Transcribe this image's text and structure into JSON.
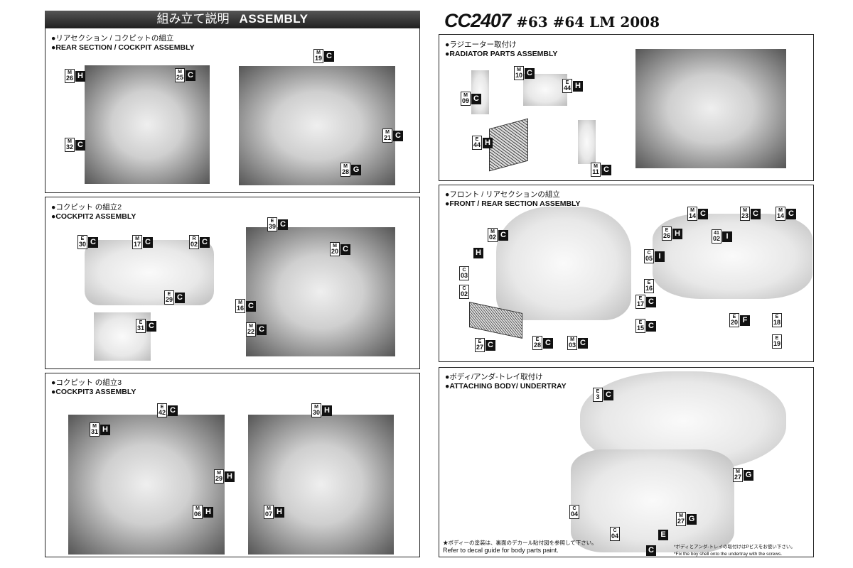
{
  "header": {
    "jp": "組み立て説明",
    "en": "ASSEMBLY"
  },
  "title": {
    "code": "CC2407",
    "sub": "#63 #64 LM 2008"
  },
  "panels": [
    {
      "jp": "●リアセクション / コクピットの組立",
      "en": "●REAR SECTION / COCKPIT ASSEMBLY",
      "labels": [
        {
          "tag": [
            "M",
            "26"
          ],
          "part": "H"
        },
        {
          "tag": [
            "M",
            "25"
          ],
          "part": "C"
        },
        {
          "tag": [
            "M",
            "32"
          ],
          "part": "C"
        },
        {
          "tag": [
            "M",
            "19"
          ],
          "part": "C"
        },
        {
          "tag": [
            "M",
            "21"
          ],
          "part": "C"
        },
        {
          "tag": [
            "M",
            "28"
          ],
          "part": "G"
        }
      ]
    },
    {
      "jp": "●コクピット の組立2",
      "en": "●COCKPIT2 ASSEMBLY",
      "labels": [
        {
          "tag": [
            "E",
            "30"
          ],
          "part": "C"
        },
        {
          "tag": [
            "M",
            "17"
          ],
          "part": "C"
        },
        {
          "tag": [
            "R",
            "02"
          ],
          "part": "C"
        },
        {
          "tag": [
            "E",
            "29"
          ],
          "part": "C"
        },
        {
          "tag": [
            "E",
            "31"
          ],
          "part": "C"
        },
        {
          "tag": [
            "E",
            "39"
          ],
          "part": "C"
        },
        {
          "tag": [
            "M",
            "20"
          ],
          "part": "C"
        },
        {
          "tag": [
            "M",
            "16"
          ],
          "part": "C"
        },
        {
          "tag": [
            "M",
            "22"
          ],
          "part": "C"
        }
      ]
    },
    {
      "jp": "●コクピット の組立3",
      "en": "●COCKPIT3 ASSEMBLY",
      "labels": [
        {
          "tag": [
            "E",
            "42"
          ],
          "part": "C"
        },
        {
          "tag": [
            "M",
            "31"
          ],
          "part": "H"
        },
        {
          "tag": [
            "M",
            "29"
          ],
          "part": "H"
        },
        {
          "tag": [
            "M",
            "06"
          ],
          "part": "H"
        },
        {
          "tag": [
            "M",
            "30"
          ],
          "part": "H"
        },
        {
          "tag": [
            "M",
            "07"
          ],
          "part": "H"
        }
      ]
    },
    {
      "jp": "●ラジエーター取付け",
      "en": "●RADIATOR PARTS ASSEMBLY",
      "labels": [
        {
          "tag": [
            "M",
            "10"
          ],
          "part": "C"
        },
        {
          "tag": [
            "M",
            "09"
          ],
          "part": "C"
        },
        {
          "tag": [
            "E",
            "44"
          ],
          "part": "H"
        },
        {
          "tag": [
            "E",
            "44"
          ],
          "part": "H"
        },
        {
          "tag": [
            "M",
            "11"
          ],
          "part": "C"
        }
      ]
    },
    {
      "jp": "●フロント / リアセクションの組立",
      "en": "●FRONT / REAR SECTION ASSEMBLY",
      "labels": [
        {
          "tag": [
            "M",
            "02"
          ],
          "part": "C"
        },
        {
          "tag": null,
          "part": "H"
        },
        {
          "tag": [
            "C",
            "03"
          ],
          "part": null
        },
        {
          "tag": [
            "C",
            "02"
          ],
          "part": null
        },
        {
          "tag": [
            "E",
            "27"
          ],
          "part": "C"
        },
        {
          "tag": [
            "E",
            "28"
          ],
          "part": "C"
        },
        {
          "tag": [
            "M",
            "03"
          ],
          "part": "C"
        },
        {
          "tag": [
            "E",
            "26"
          ],
          "part": "H"
        },
        {
          "tag": [
            "M",
            "14"
          ],
          "part": "C"
        },
        {
          "tag": [
            "M",
            "23"
          ],
          "part": "C"
        },
        {
          "tag": [
            "M",
            "14"
          ],
          "part": "C"
        },
        {
          "tag": [
            "41",
            "02"
          ],
          "part": "I"
        },
        {
          "tag": [
            "C",
            "05"
          ],
          "part": "I"
        },
        {
          "tag": [
            "E",
            "16"
          ],
          "part": null
        },
        {
          "tag": [
            "E",
            "17"
          ],
          "part": "C"
        },
        {
          "tag": [
            "E",
            "15"
          ],
          "part": "C"
        },
        {
          "tag": [
            "E",
            "20"
          ],
          "part": "F"
        },
        {
          "tag": [
            "E",
            "18"
          ],
          "part": null
        },
        {
          "tag": [
            "E",
            "19"
          ],
          "part": null
        }
      ]
    },
    {
      "jp": "●ボディ/アンダ-トレイ取付け",
      "en": "●ATTACHING BODY/ UNDERTRAY",
      "labels": [
        {
          "tag": [
            "E",
            "3"
          ],
          "part": "C"
        },
        {
          "tag": [
            "M",
            "27"
          ],
          "part": "G"
        },
        {
          "tag": [
            "C",
            "04"
          ],
          "part": null
        },
        {
          "tag": [
            "M",
            "27"
          ],
          "part": "G"
        },
        {
          "tag": [
            "C",
            "04"
          ],
          "part": null
        },
        {
          "tag": null,
          "part": "E"
        },
        {
          "tag": null,
          "part": "C"
        }
      ],
      "notes": {
        "left_jp": "★ボディーの塗装は、裏面のデカール貼付図を参照して下さい。",
        "left_en": "Refer to decal guide for body parts paint.",
        "right_jp": "*ボディとアンダ-トレイの取付けはPビスをお使い下さい。",
        "right_en": "*Fix the boy shell onto the undertray with the screws."
      }
    }
  ]
}
